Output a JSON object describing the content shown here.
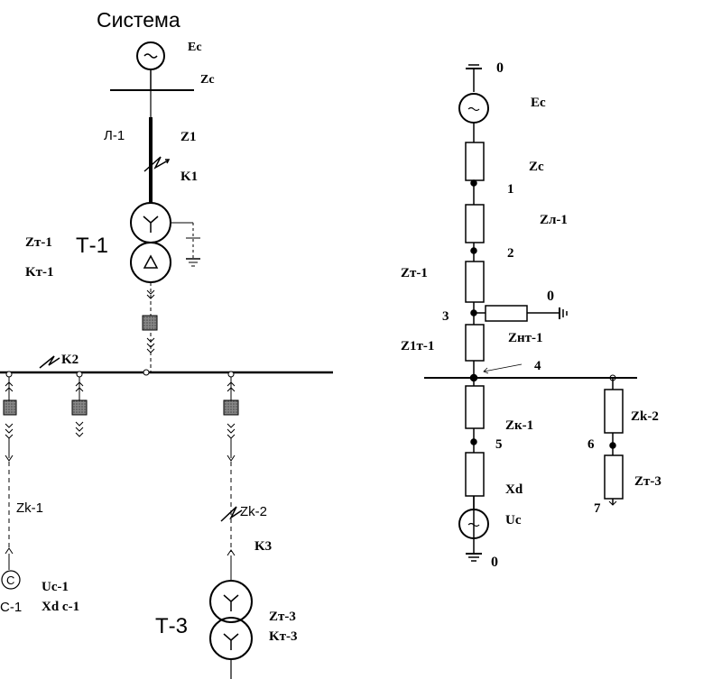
{
  "left": {
    "title": "Система",
    "Ec": "Ec",
    "Zc": "Zc",
    "line": "Л-1",
    "Z1": "Z1",
    "K1": "K1",
    "Zt1": "Zт-1",
    "Kt1": "Kт-1",
    "T1": "Т-1",
    "K2": "K2",
    "Zk1": "Zk-1",
    "Uc1": "Uc-1",
    "Xdc1": "Xd c-1",
    "C1": "С-1",
    "gen_c": "С",
    "Zk2": "Zk-2",
    "K3": "K3",
    "T3": "Т-3",
    "Zt3": "Zт-3",
    "Kt3": "Kт-3"
  },
  "right": {
    "top_zero": "0",
    "Ec": "Ec",
    "Zc": "Zc",
    "n1": "1",
    "Zl1": "Zл-1",
    "n2": "2",
    "Zt1": "Zт-1",
    "mid_zero": "0",
    "n3": "3",
    "Znt1": "Zнт-1",
    "Z1t1": "Z1т-1",
    "n4": "4",
    "Zk1": "Zк-1",
    "n5": "5",
    "Xd": "Xd",
    "Uc": "Uc",
    "bottom_zero": "0",
    "Zk2": "Zk-2",
    "n6": "6",
    "Zt3": "Zт-3",
    "n7": "7"
  }
}
